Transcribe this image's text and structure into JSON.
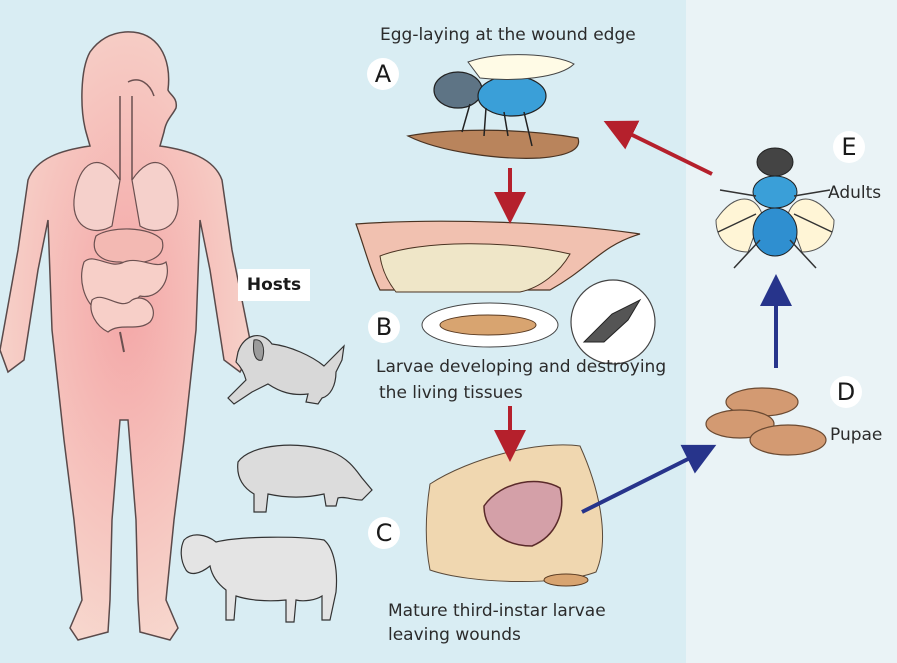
{
  "labels": {
    "A": "A",
    "B": "B",
    "C": "C",
    "D": "D",
    "E": "E"
  },
  "captions": {
    "egg_laying": "Egg-laying at the wound edge",
    "larvae_line1": "Larvae developing and destroying",
    "larvae_line2": "the living tissues",
    "mature_line1": "Mature third-instar larvae",
    "mature_line2": "leaving wounds",
    "pupae": "Pupae",
    "adults": "Adults",
    "hosts": "Hosts"
  },
  "colors": {
    "left_panel_bg": "#d9edf3",
    "right_panel_bg": "#eaf3f6",
    "red_arrow": "#b5202c",
    "blue_arrow": "#27348b",
    "body_pink": "#f2c4bd",
    "fly_blue": "#3a9fd8"
  },
  "icons": [
    "human-body-icon",
    "dog-icon",
    "pig-icon",
    "cow-icon",
    "fly-egg-laying-icon",
    "wound-larvae-icon",
    "larva-closeup-icon",
    "mouthhook-closeup-icon",
    "wound-exit-icon",
    "pupae-icon",
    "adult-fly-icon"
  ]
}
